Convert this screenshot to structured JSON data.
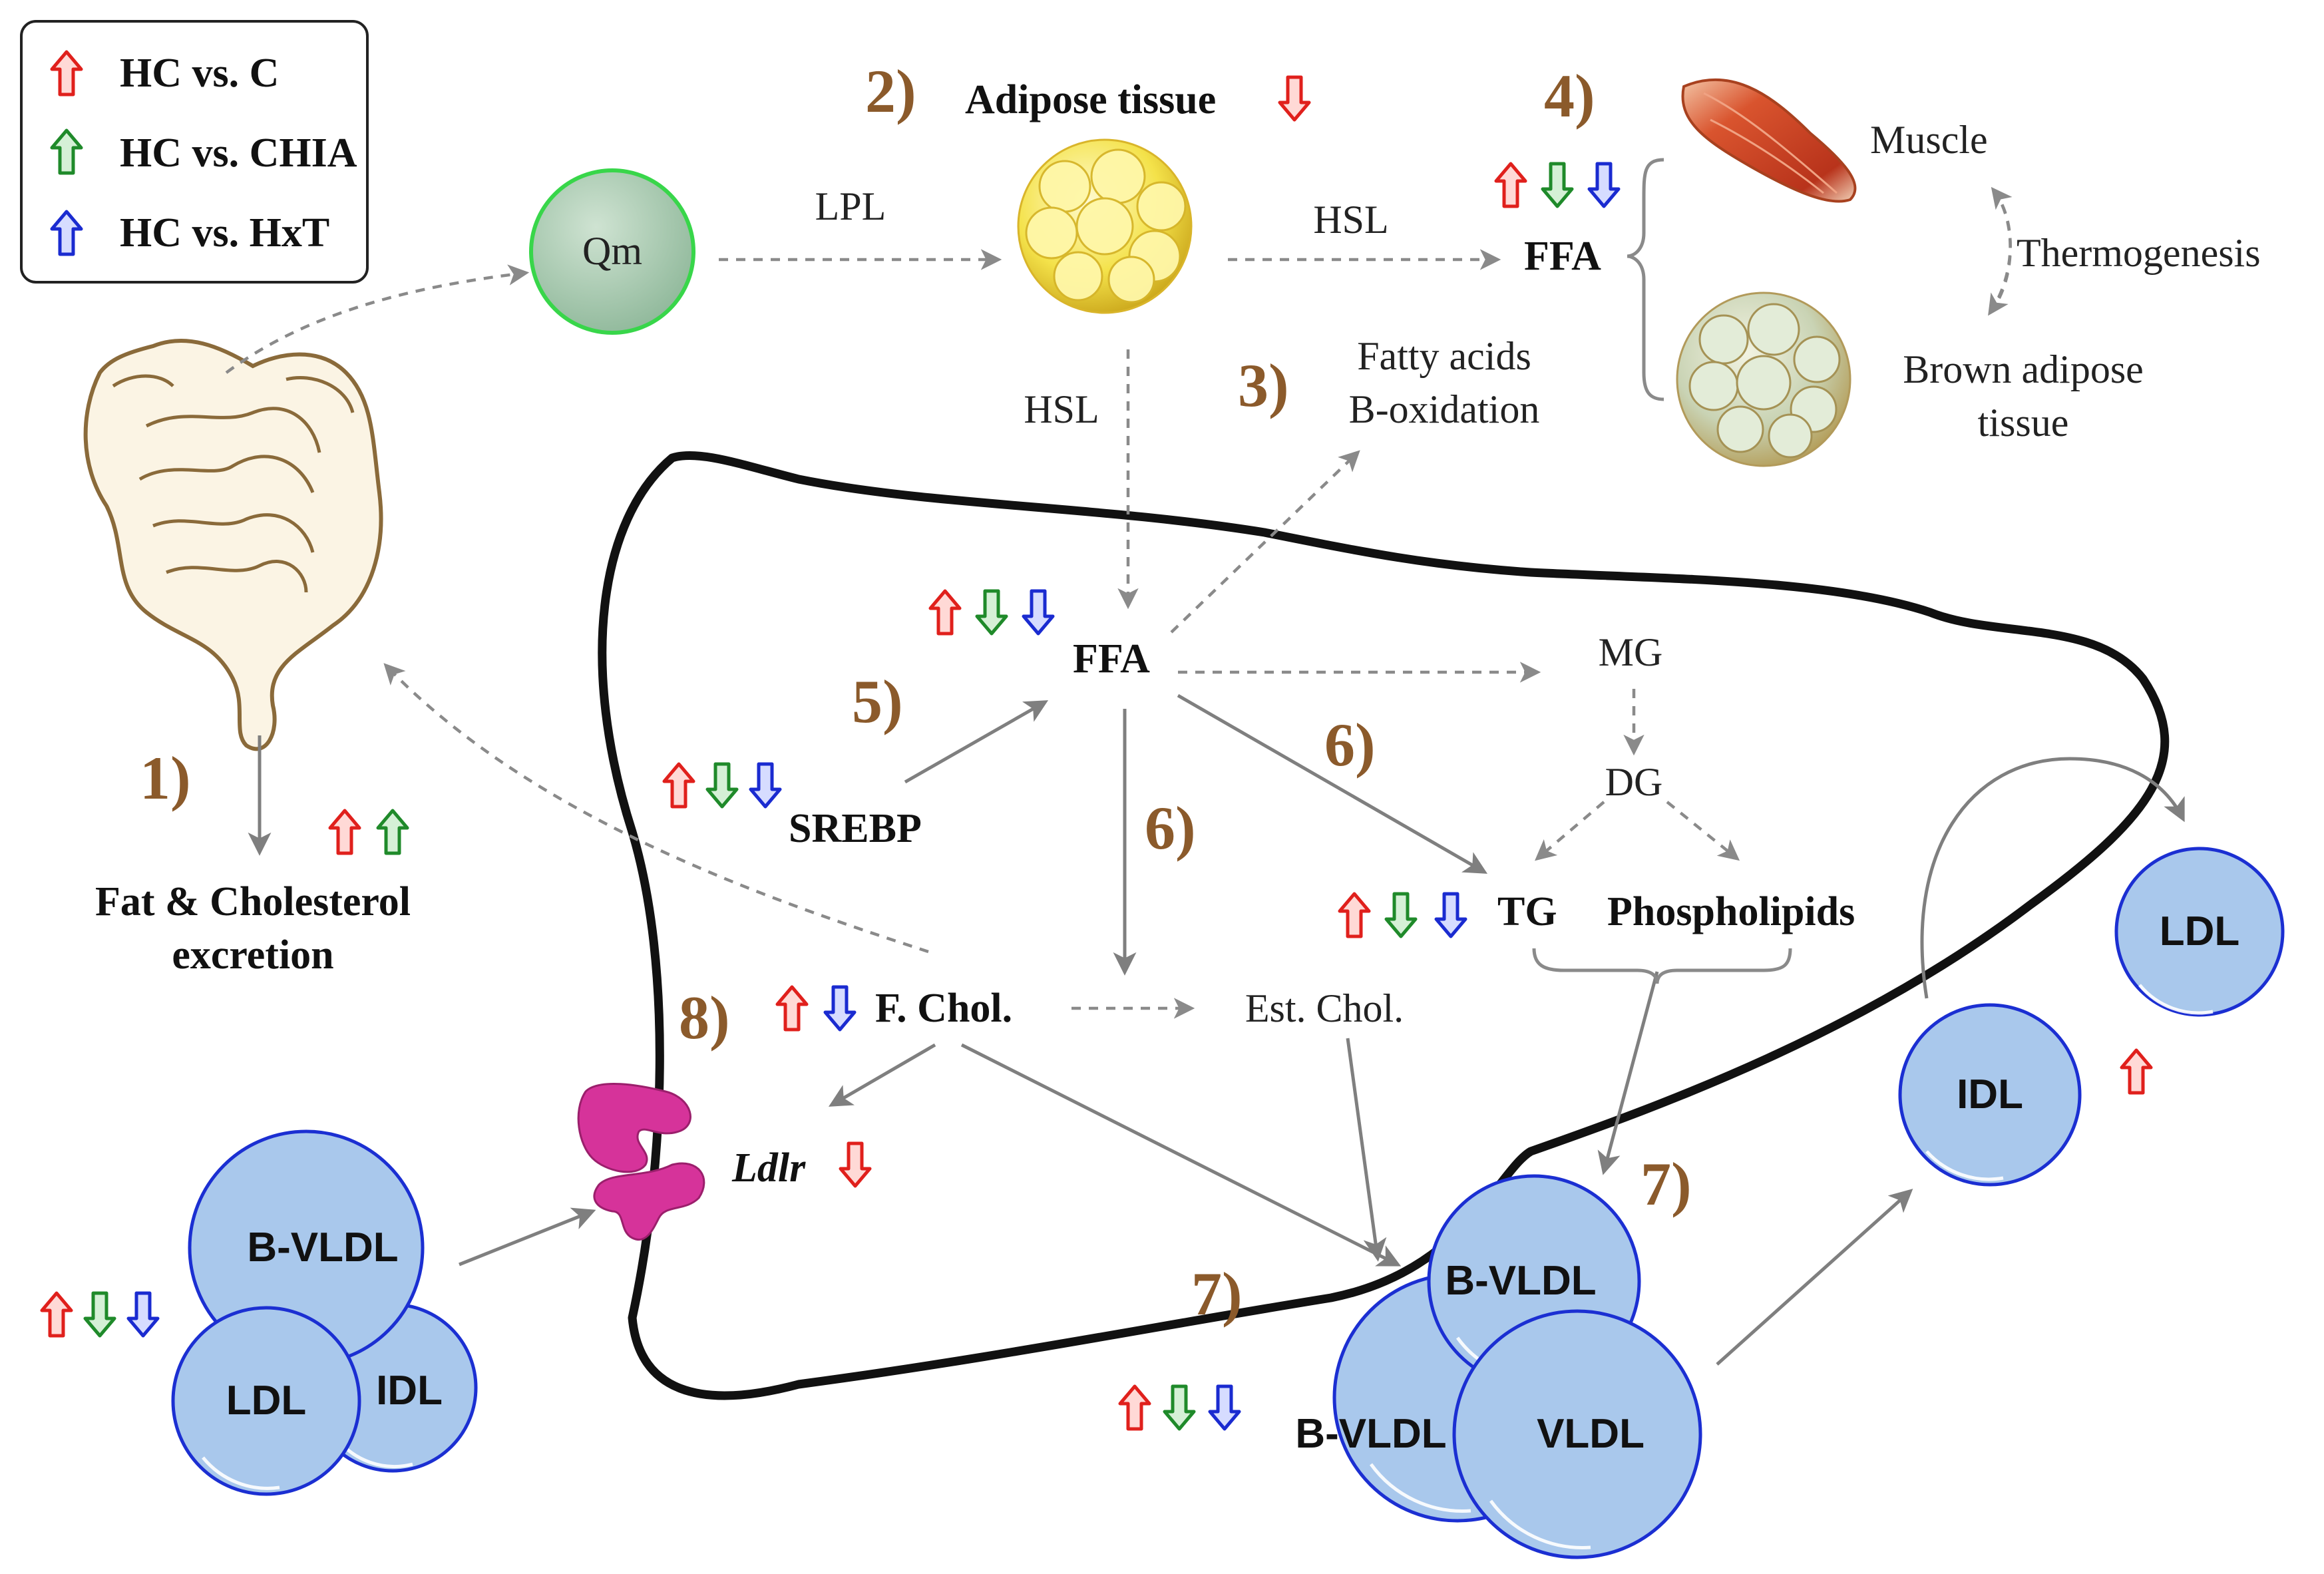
{
  "legend": {
    "items": [
      {
        "label": "HC vs. C",
        "color": "#e0201c",
        "dir": "up"
      },
      {
        "label": "HC vs. CHIA",
        "color": "#1f8a2a",
        "dir": "up"
      },
      {
        "label": "HC vs. HxT",
        "color": "#1a2bd0",
        "dir": "up"
      }
    ]
  },
  "colors": {
    "red": "#e0201c",
    "green": "#1f8a2a",
    "blue": "#1a2bd0",
    "number": "#8b5a2b",
    "lipoprotein": "#a9c8ec",
    "receptor": "#d6339a"
  },
  "steps": {
    "s1": "1)",
    "s2": "2)",
    "s3": "3)",
    "s4": "4)",
    "s5": "5)",
    "s6a": "6)",
    "s6b": "6)",
    "s7a": "7)",
    "s7b": "7)",
    "s8": "8)"
  },
  "labels": {
    "qm": "Qm",
    "lpl": "LPL",
    "adipose": "Adipose tissue",
    "hsl_top": "HSL",
    "hsl_down": "HSL",
    "ffa_top": "FFA",
    "muscle": "Muscle",
    "thermogenesis": "Thermogenesis",
    "brown_line1": "Brown adipose",
    "brown_line2": "tissue",
    "fatty_line1": "Fatty acids",
    "fatty_line2": "B-oxidation",
    "ffa_liver": "FFA",
    "mg": "MG",
    "dg": "DG",
    "srebp": "SREBP",
    "tg": "TG",
    "phospholipids": "Phospholipids",
    "fchol": "F. Chol.",
    "estchol": "Est. Chol.",
    "ldlr": "Ldlr",
    "excretion_line1": "Fat & Cholesterol",
    "excretion_line2": "excretion"
  },
  "lipoproteins": {
    "left_bvldl": "B-VLDL",
    "left_ldl": "LDL",
    "left_idl": "IDL",
    "mid_bvldl_back": "B-VLDL",
    "mid_bvldl_front": "B-VLDL",
    "mid_vldl": "VLDL",
    "right_idl": "IDL",
    "right_ldl": "LDL"
  },
  "indicators": [
    {
      "site": "adipose",
      "arrows": [
        "red-down"
      ]
    },
    {
      "site": "ffa-peripheral",
      "arrows": [
        "red-up",
        "green-down",
        "blue-down"
      ]
    },
    {
      "site": "ffa-liver",
      "arrows": [
        "red-up",
        "green-down",
        "blue-down"
      ]
    },
    {
      "site": "srebp",
      "arrows": [
        "red-up",
        "green-down",
        "blue-down"
      ]
    },
    {
      "site": "excretion",
      "arrows": [
        "red-up",
        "green-up"
      ]
    },
    {
      "site": "tg",
      "arrows": [
        "red-up",
        "green-down",
        "blue-down"
      ]
    },
    {
      "site": "f-chol",
      "arrows": [
        "red-up",
        "blue-down"
      ]
    },
    {
      "site": "ldlr",
      "arrows": [
        "red-down"
      ]
    },
    {
      "site": "plasma-lipoproteins",
      "arrows": [
        "red-up",
        "green-down",
        "blue-down"
      ]
    },
    {
      "site": "secreted-vldl",
      "arrows": [
        "red-up",
        "green-down",
        "blue-down"
      ]
    },
    {
      "site": "idl",
      "arrows": [
        "red-up"
      ]
    }
  ]
}
